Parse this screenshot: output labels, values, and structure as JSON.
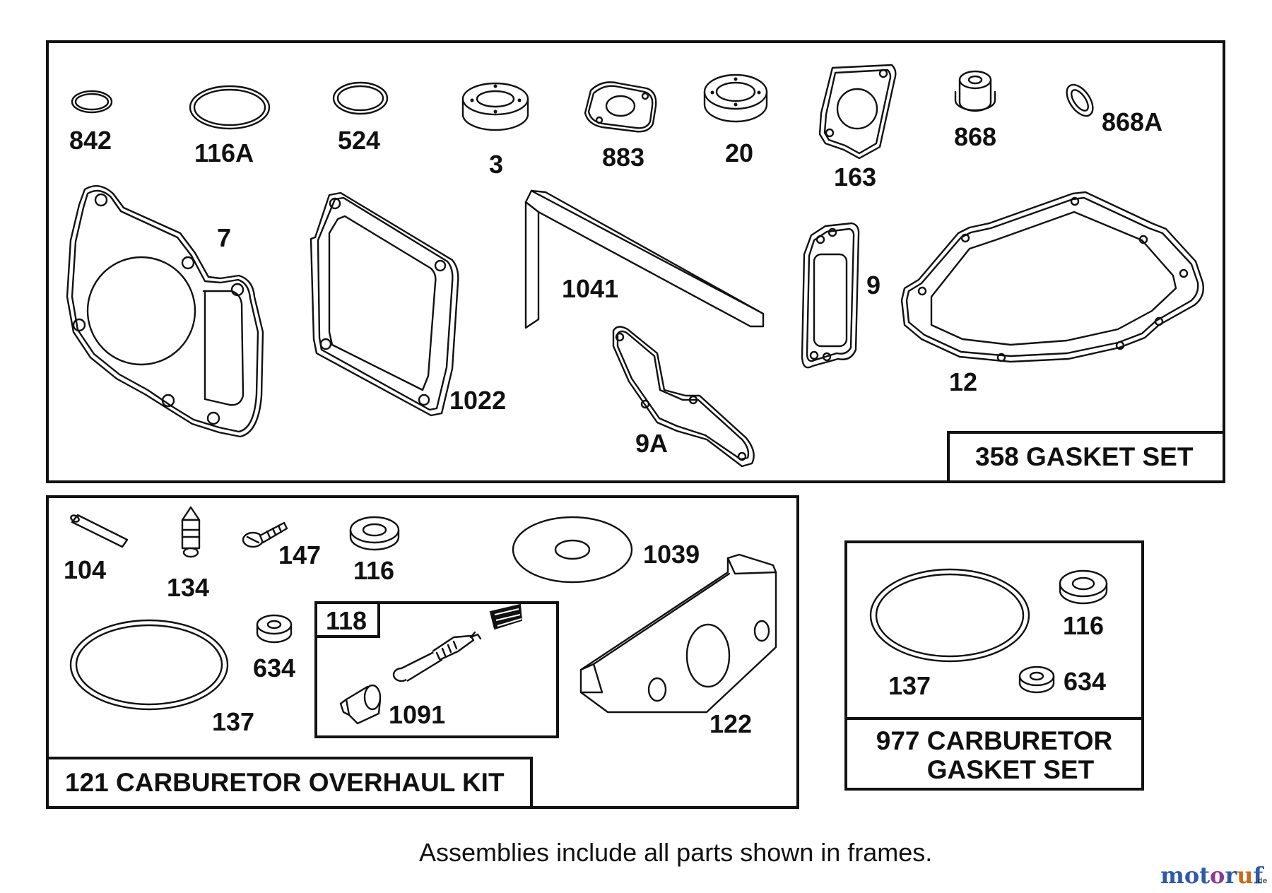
{
  "frames": {
    "gasket_set": "358 GASKET SET",
    "overhaul_kit": "121 CARBURETOR OVERHAUL KIT",
    "sub_kit": "118",
    "carb_gasket_line1": "977 CARBURETOR",
    "carb_gasket_line2": "GASKET SET"
  },
  "parts": {
    "p842": "842",
    "p116A": "116A",
    "p524": "524",
    "p3": "3",
    "p883": "883",
    "p20": "20",
    "p163": "163",
    "p868": "868",
    "p868A": "868A",
    "p7": "7",
    "p1022": "1022",
    "p1041": "1041",
    "p9": "9",
    "p9A": "9A",
    "p12": "12",
    "p104": "104",
    "p134": "134",
    "p147": "147",
    "p116": "116",
    "p1039": "1039",
    "p634": "634",
    "p137": "137",
    "p1091": "1091",
    "p122": "122",
    "c116": "116",
    "c137": "137",
    "c634": "634"
  },
  "note": "Assemblies include all parts shown in frames.",
  "watermark": {
    "brand": "motoruf",
    "suffix": ".de"
  }
}
